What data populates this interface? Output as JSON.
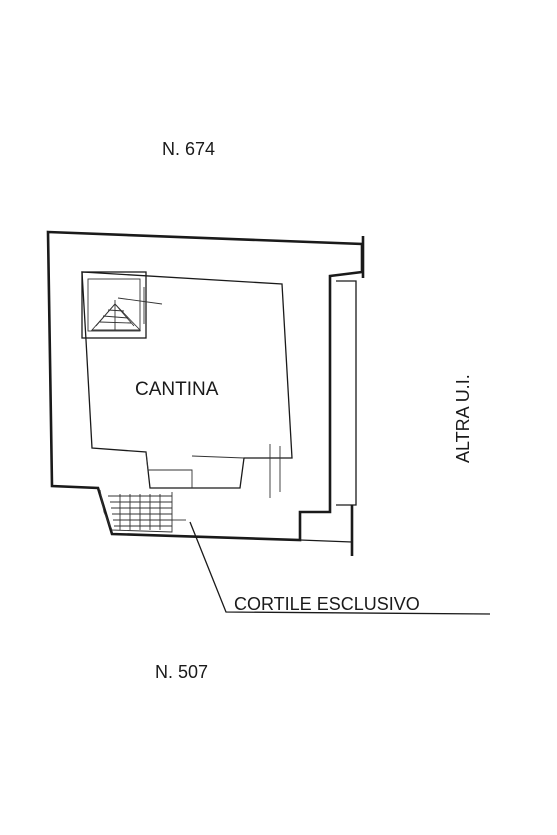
{
  "labels": {
    "parcel_north": "N. 674",
    "room": "CANTINA",
    "adjacent": "ALTRA U.I.",
    "courtyard": "CORTILE ESCLUSIVO",
    "parcel_south": "N. 507"
  },
  "colors": {
    "ink": "#1a1a1a",
    "background": "#ffffff"
  }
}
